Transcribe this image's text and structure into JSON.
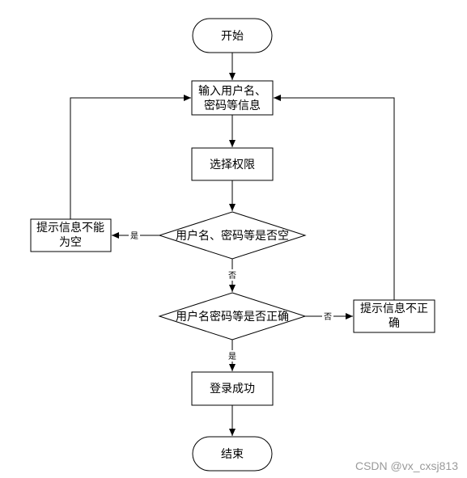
{
  "nodes": {
    "start": "开始",
    "input_line1": "输入用户名、",
    "input_line2": "密码等信息",
    "select_permission": "选择权限",
    "empty_check": "用户名、密码等是否空",
    "empty_msg_line1": "提示信息不能",
    "empty_msg_line2": "为空",
    "correct_check": "用户名密码等是否正确",
    "wrong_msg_line1": "提示信息不正",
    "wrong_msg_line2": "确",
    "login_success": "登录成功",
    "end": "结束"
  },
  "edges": {
    "empty_yes": "是",
    "empty_no": "否",
    "correct_no": "否",
    "correct_yes": "是"
  },
  "watermark": "CSDN @vx_cxsj813"
}
